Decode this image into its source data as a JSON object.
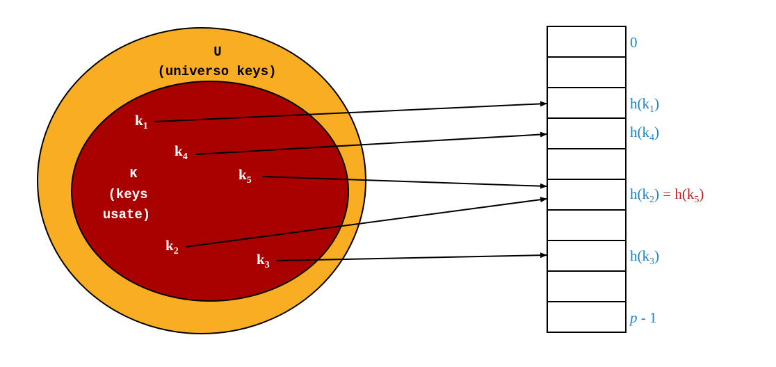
{
  "universe": {
    "symbol": "U",
    "caption": "(universo keys)",
    "fill": "#f9ad22"
  },
  "used_keys": {
    "symbol": "K",
    "caption_line1": "(keys",
    "caption_line2": "usate)",
    "fill": "#a90000"
  },
  "keys": [
    {
      "id": "k1",
      "base": "k",
      "sub": "1",
      "target_slot": 2
    },
    {
      "id": "k4",
      "base": "k",
      "sub": "4",
      "target_slot": 3
    },
    {
      "id": "k5",
      "base": "k",
      "sub": "5",
      "target_slot": 5
    },
    {
      "id": "k2",
      "base": "k",
      "sub": "2",
      "target_slot": 5
    },
    {
      "id": "k3",
      "base": "k",
      "sub": "3",
      "target_slot": 7
    }
  ],
  "table": {
    "slot_count": 10,
    "label_color": "#1f7fc4",
    "collision_color": "#c41e1e",
    "slot_labels": {
      "first": "0",
      "h_k1": {
        "pre": "h(k",
        "sub": "1",
        "post": ")"
      },
      "h_k4": {
        "pre": "h(k",
        "sub": "4",
        "post": ")"
      },
      "h_k2": {
        "pre": "h(k",
        "sub": "2",
        "post": ")"
      },
      "eq": " = ",
      "h_k5": {
        "pre": "h(k",
        "sub": "5",
        "post": ")"
      },
      "h_k3": {
        "pre": "h(k",
        "sub": "3",
        "post": ")"
      },
      "last_p": "p",
      "last_rest": " - 1"
    }
  }
}
